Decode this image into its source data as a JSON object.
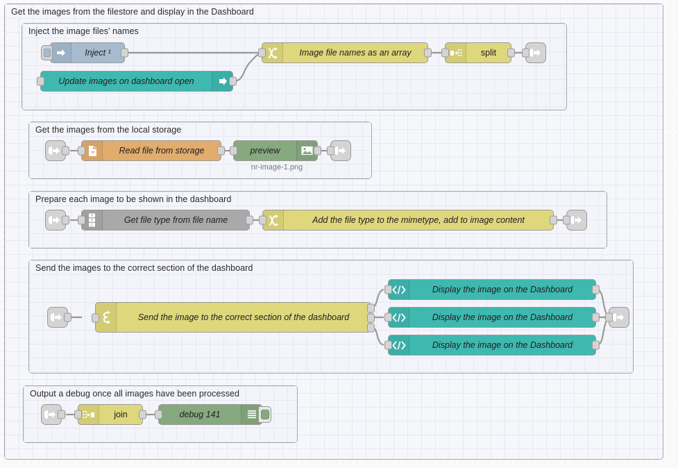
{
  "editor": {
    "app": "node-red-flow-editor",
    "canvas_background": "#fafafa",
    "grid_color": "#e7e8f2"
  },
  "outer_group": {
    "label": "Get the images from the filestore and display in the Dashboard"
  },
  "groups": [
    {
      "id": "g1",
      "label": "Inject the image files' names"
    },
    {
      "id": "g2",
      "label": "Get the images from the local storage"
    },
    {
      "id": "g3",
      "label": "Prepare each image to be shown in the dashboard"
    },
    {
      "id": "g4",
      "label": "Send the images to the correct section of the dashboard"
    },
    {
      "id": "g5",
      "label": "Output a debug once all images have been processed"
    }
  ],
  "nodes": {
    "inject": {
      "label": "Inject ¹",
      "type": "inject",
      "color": "#a6bbcf",
      "icon": "inject-arrow-icon"
    },
    "update_images": {
      "label": "Update images on dashboard open",
      "type": "ui-event",
      "color": "#3fb8b0",
      "icon": "arrow-right-icon"
    },
    "image_file_names": {
      "label": "Image file names as an array",
      "type": "function",
      "color": "#dfd77c",
      "icon": "function-icon"
    },
    "split": {
      "label": "split",
      "type": "split",
      "color": "#dfd77c",
      "icon": "split-icon"
    },
    "link_out_1": {
      "label": "",
      "type": "link-out",
      "color": "#d4d4d4",
      "icon": "link-out-icon"
    },
    "link_in_2": {
      "label": "",
      "type": "link-in",
      "color": "#d4d4d4",
      "icon": "link-in-icon"
    },
    "read_file": {
      "label": "Read file from storage",
      "type": "file-in",
      "color": "#e2ac6d",
      "icon": "file-icon"
    },
    "preview": {
      "label": "preview",
      "type": "image-preview",
      "color": "#87a980",
      "icon": "image-icon",
      "sublabel": "nr-image-1.png"
    },
    "link_out_2": {
      "label": "",
      "type": "link-out",
      "color": "#d4d4d4",
      "icon": "link-out-icon"
    },
    "link_in_3": {
      "label": "",
      "type": "link-in",
      "color": "#d4d4d4",
      "icon": "link-in-icon"
    },
    "get_file_type": {
      "label": "Get file type from file name",
      "type": "change",
      "color": "#a9a9a9",
      "icon": "change-abc-icon"
    },
    "add_file_type": {
      "label": "Add the file type to the mimetype, add to image content",
      "type": "function",
      "color": "#dfd77c",
      "icon": "function-icon"
    },
    "link_out_3": {
      "label": "",
      "type": "link-out",
      "color": "#d4d4d4",
      "icon": "link-out-icon"
    },
    "link_in_4": {
      "label": "",
      "type": "link-in",
      "color": "#d4d4d4",
      "icon": "link-in-icon"
    },
    "send_image": {
      "label": "Send the image to the correct section of the dashboard",
      "type": "switch",
      "color": "#dfd77c",
      "icon": "switch-icon"
    },
    "display_1": {
      "label": "Display the image on the Dashboard",
      "type": "ui-template",
      "color": "#3fb8b0",
      "icon": "code-tag-icon"
    },
    "display_2": {
      "label": "Display the image on the Dashboard",
      "type": "ui-template",
      "color": "#3fb8b0",
      "icon": "code-tag-icon"
    },
    "display_3": {
      "label": "Display the image on the Dashboard",
      "type": "ui-template",
      "color": "#3fb8b0",
      "icon": "code-tag-icon"
    },
    "link_out_4": {
      "label": "",
      "type": "link-out",
      "color": "#d4d4d4",
      "icon": "link-out-icon"
    },
    "link_in_5": {
      "label": "",
      "type": "link-in",
      "color": "#d4d4d4",
      "icon": "link-in-icon"
    },
    "join": {
      "label": "join",
      "type": "join",
      "color": "#dfd77c",
      "icon": "join-icon"
    },
    "debug": {
      "label": "debug 141",
      "type": "debug",
      "color": "#87a980",
      "icon": "debug-lines-icon"
    }
  }
}
